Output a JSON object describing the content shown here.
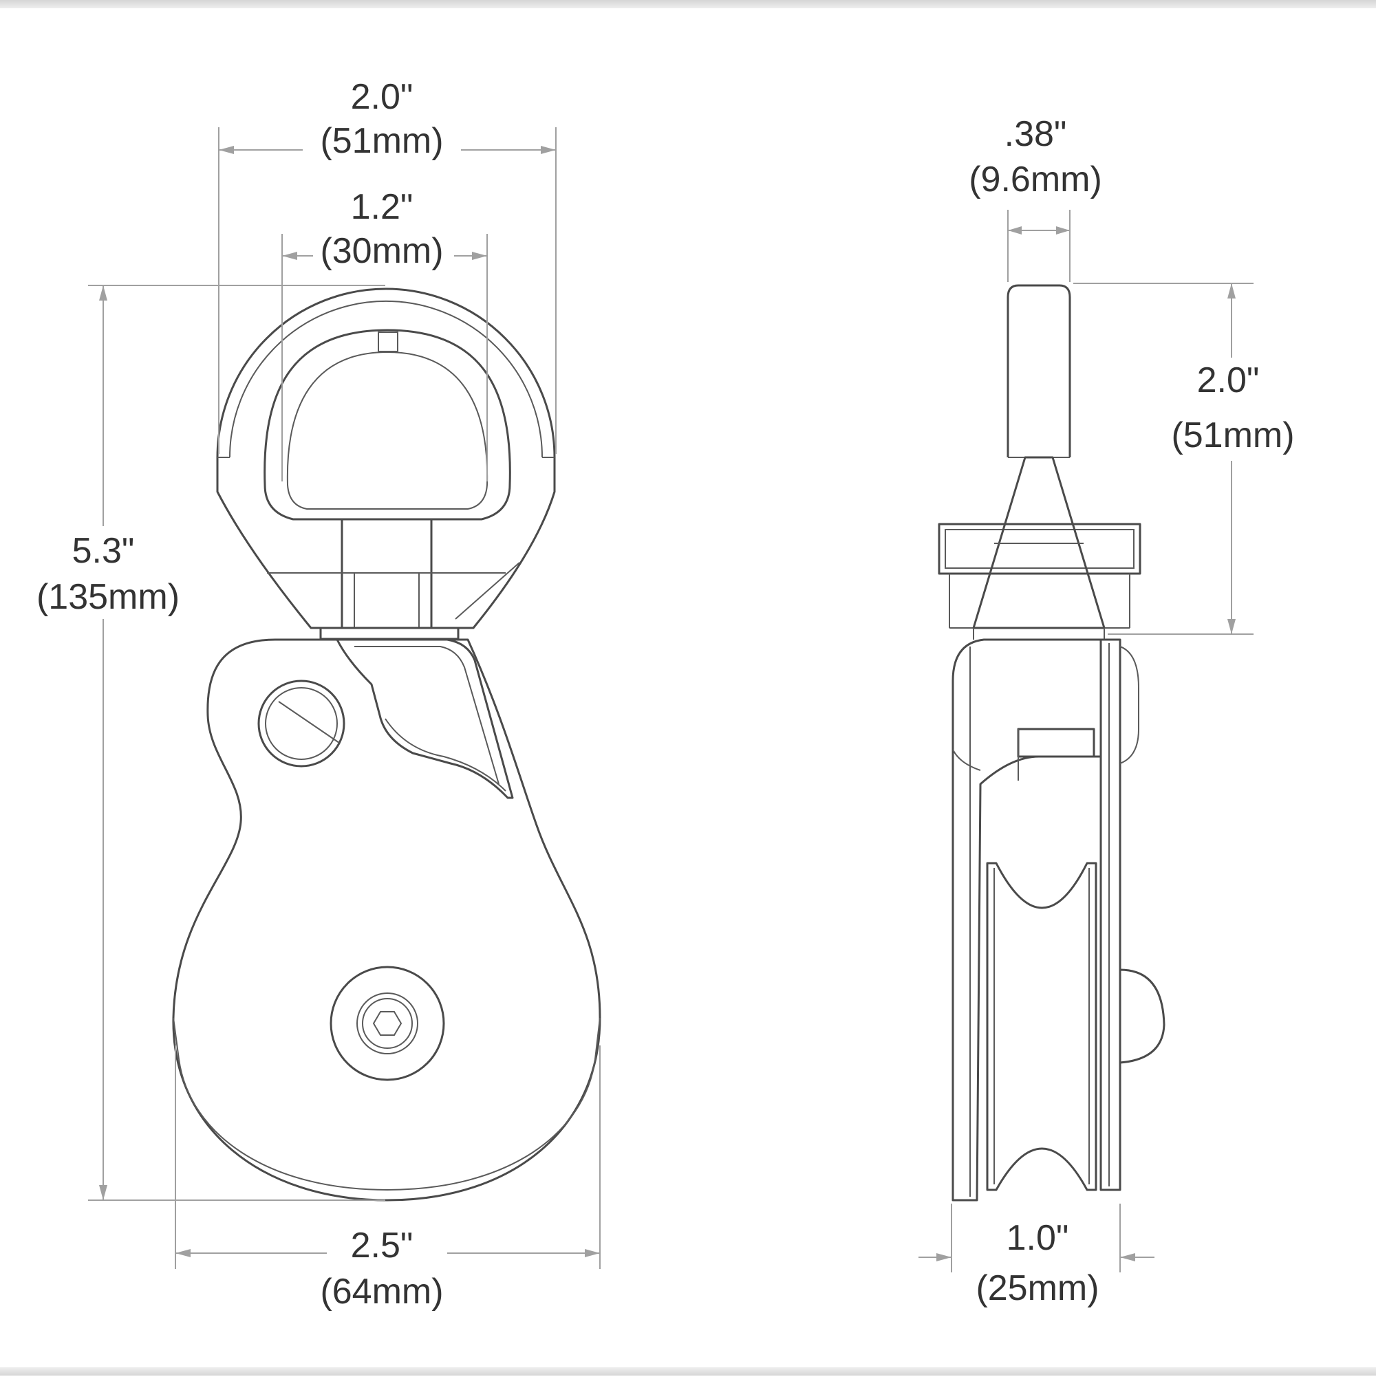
{
  "front_view": {
    "dim_overall_width": {
      "inches": "2.0\"",
      "mm": "(51mm)"
    },
    "dim_eye_inner_width": {
      "inches": "1.2\"",
      "mm": "(30mm)"
    },
    "dim_overall_height": {
      "inches": "5.3\"",
      "mm": "(135mm)"
    },
    "dim_sheave_width": {
      "inches": "2.5\"",
      "mm": "(64mm)"
    }
  },
  "side_view": {
    "dim_eye_thickness": {
      "inches": ".38\"",
      "mm": "(9.6mm)"
    },
    "dim_eye_height": {
      "inches": "2.0\"",
      "mm": "(51mm)"
    },
    "dim_body_thickness": {
      "inches": "1.0\"",
      "mm": "(25mm)"
    }
  }
}
